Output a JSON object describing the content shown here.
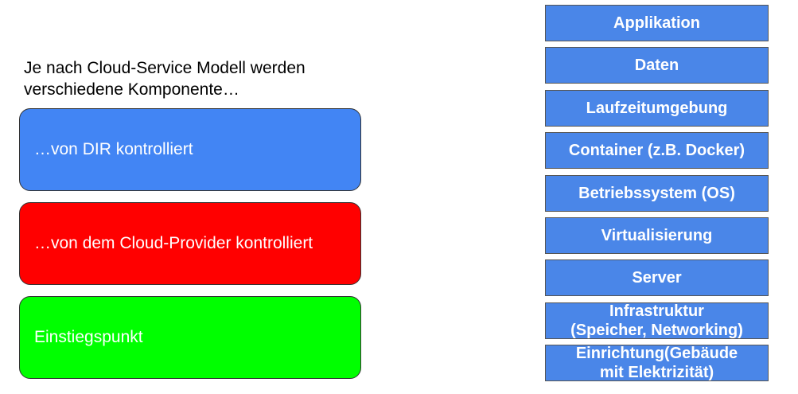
{
  "intro_text": "Je nach Cloud-Service Modell werden verschiedene Komponente…",
  "legend": [
    {
      "label": "…von DIR kontrolliert",
      "color": "#4285f4"
    },
    {
      "label": "…von dem Cloud-Provider kontrolliert",
      "color": "#ff0000"
    },
    {
      "label": "Einstiegspunkt",
      "color": "#00ff00"
    }
  ],
  "layer_color": "#4a86e8",
  "layers": [
    {
      "label": "Applikation"
    },
    {
      "label": "Daten"
    },
    {
      "label": "Laufzeitumgebung"
    },
    {
      "label": "Container (z.B. Docker)"
    },
    {
      "label": "Betriebssystem (OS)"
    },
    {
      "label": "Virtualisierung"
    },
    {
      "label": "Server"
    },
    {
      "label": "Infrastruktur\n(Speicher, Networking)"
    },
    {
      "label": "Einrichtung(Gebäude\nmit Elektrizität)"
    }
  ]
}
